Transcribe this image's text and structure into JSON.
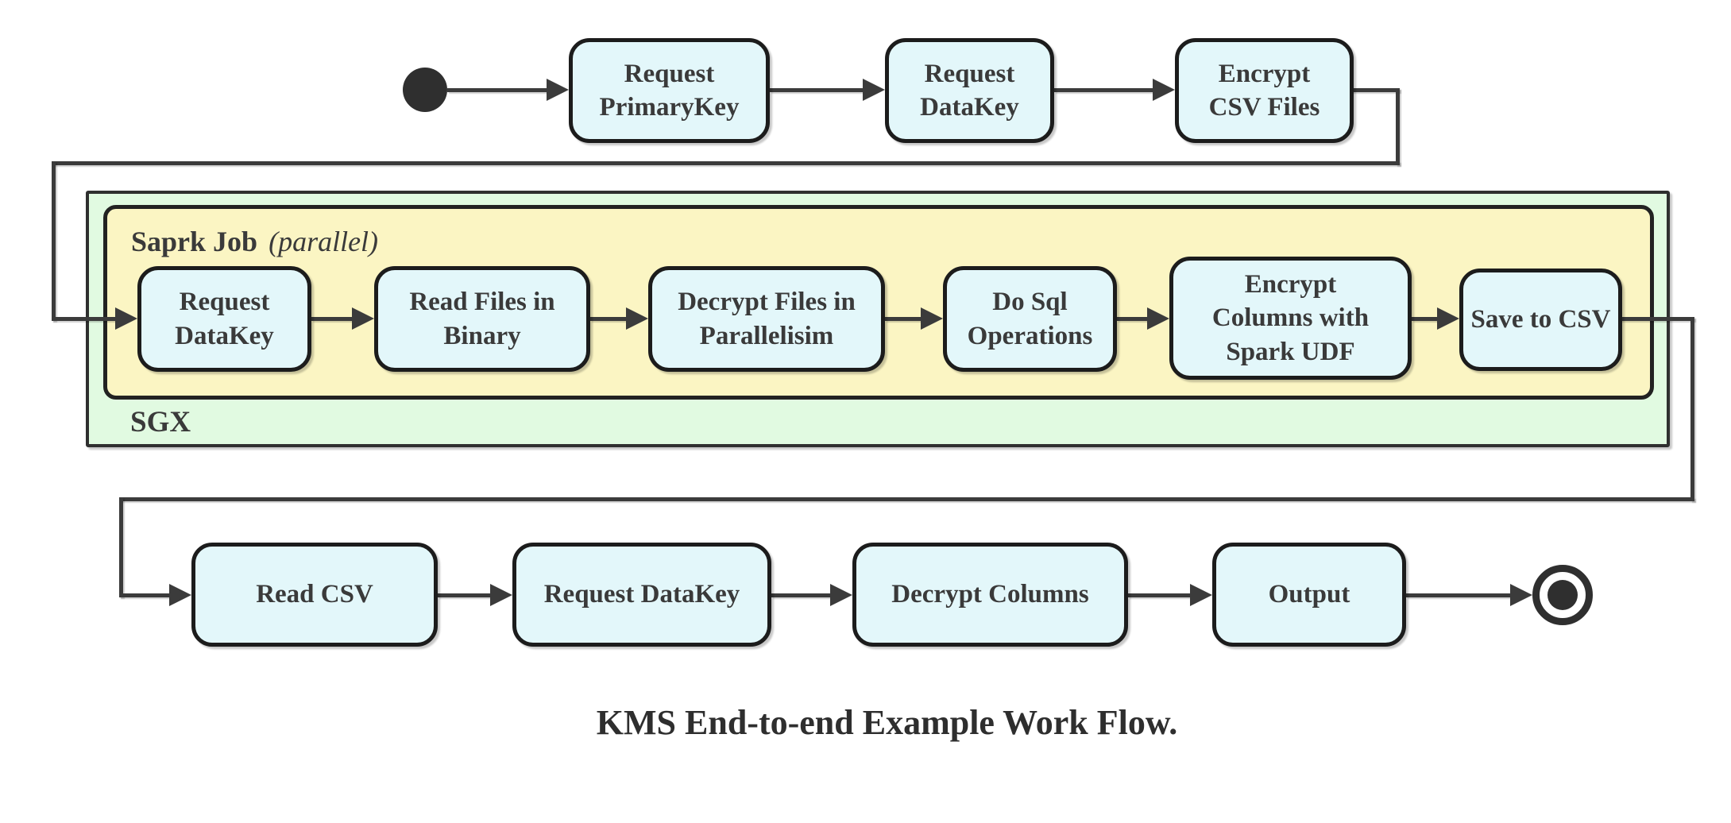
{
  "diagram": {
    "caption": "KMS End-to-end Example Work Flow.",
    "groups": {
      "sgx": {
        "label": "SGX"
      },
      "spark": {
        "title": "Saprk Job",
        "annotation": "(parallel)"
      }
    },
    "top_row": [
      {
        "label": "Request\nPrimaryKey"
      },
      {
        "label": "Request\nDataKey"
      },
      {
        "label": "Encrypt\nCSV Files"
      }
    ],
    "sgx_row": [
      {
        "label": "Request\nDataKey"
      },
      {
        "label": "Read Files in\nBinary"
      },
      {
        "label": "Decrypt Files in\nParallelisim"
      },
      {
        "label": "Do Sql\nOperations"
      },
      {
        "label": "Encrypt\nColumns with\nSpark UDF"
      },
      {
        "label": "Save to CSV"
      }
    ],
    "bottom_row": [
      {
        "label": "Read CSV"
      },
      {
        "label": "Request DataKey"
      },
      {
        "label": "Decrypt Columns"
      },
      {
        "label": "Output"
      }
    ],
    "colors": {
      "node_fill": "#e3f7fa",
      "node_border": "#1c1c1c",
      "sgx_fill": "#e1fae1",
      "spark_fill": "#fbf5c3",
      "line": "#3b3b3b",
      "text": "#3a3a3a"
    }
  }
}
